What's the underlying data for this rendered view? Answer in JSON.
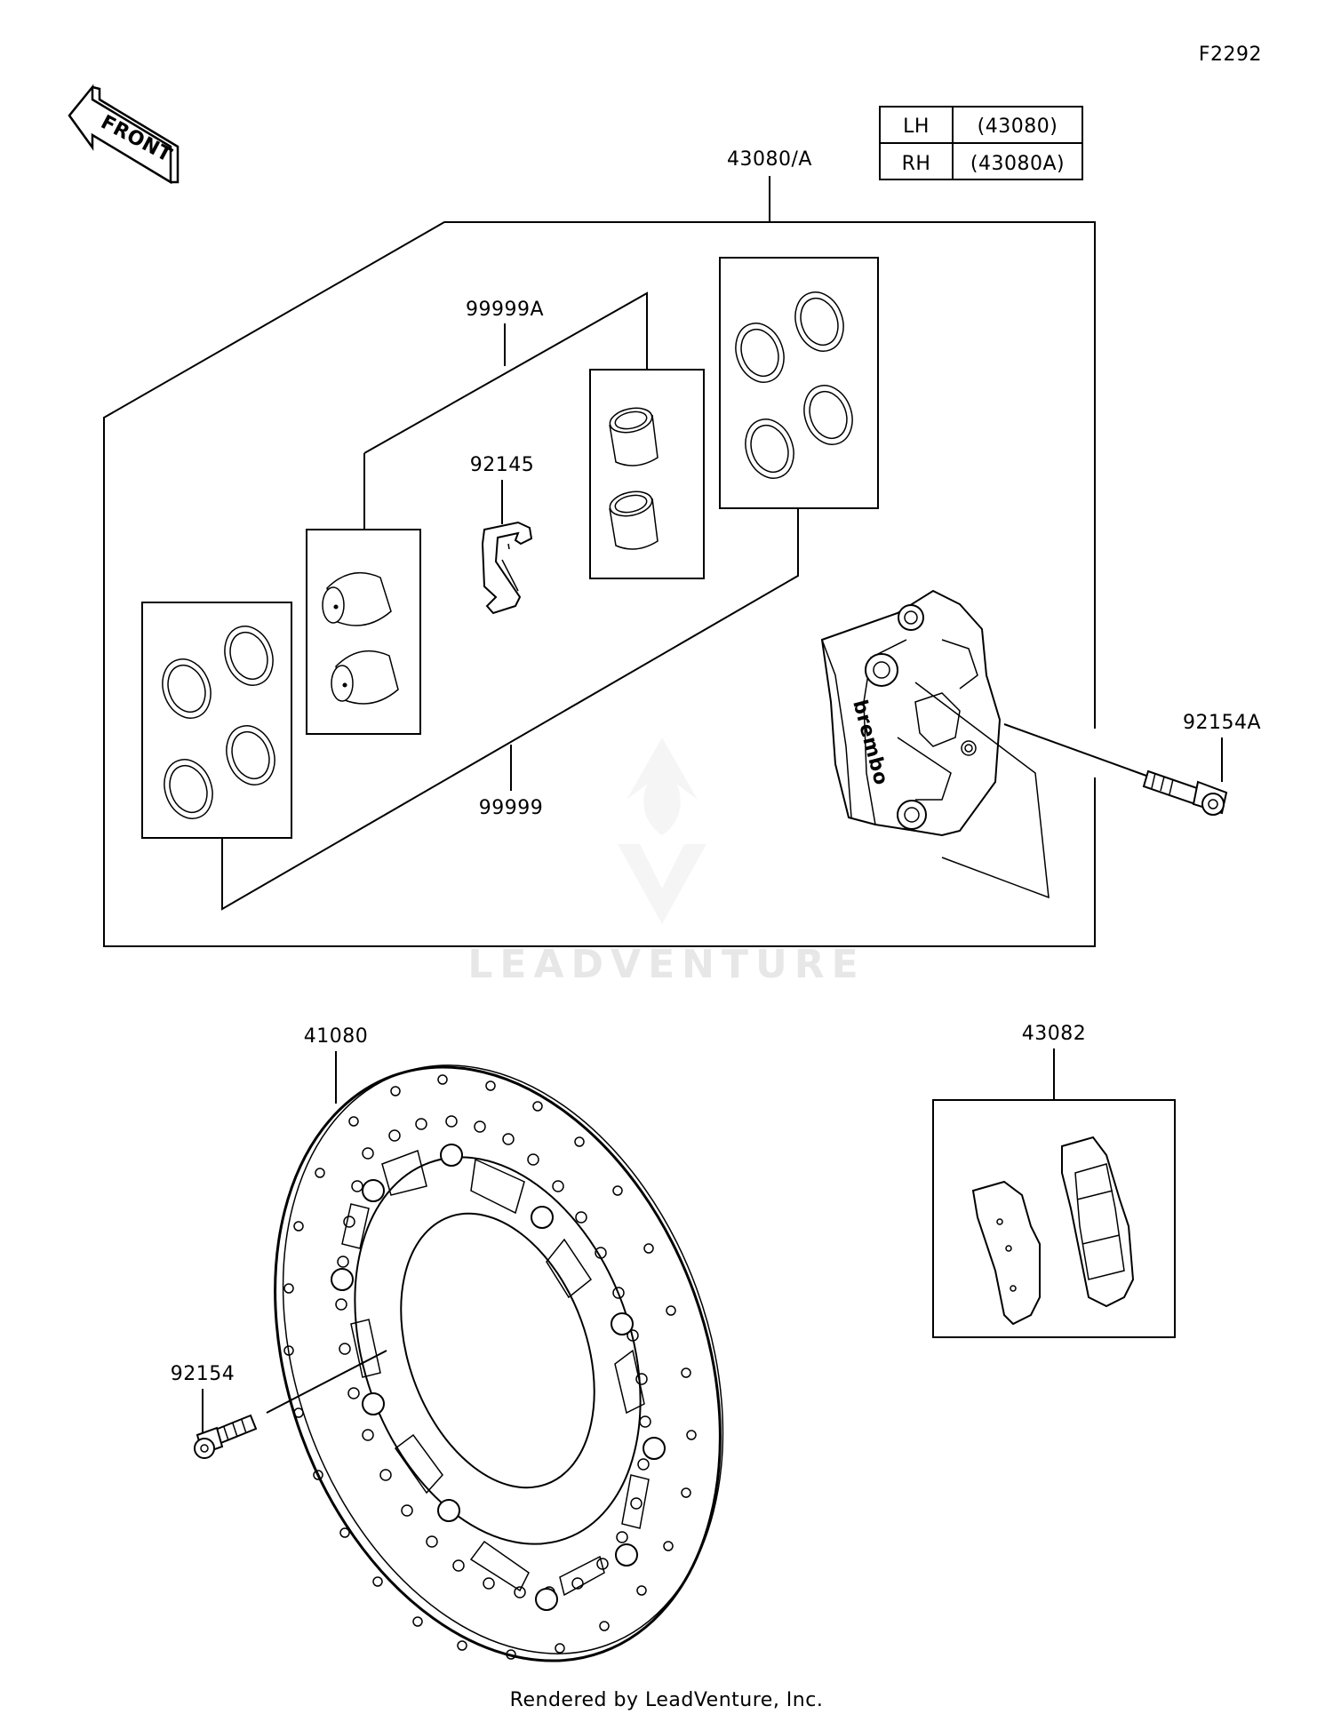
{
  "diagram_code": "F2292",
  "front_label": "FRONT",
  "side_table": [
    {
      "side": "LH",
      "code": "(43080)"
    },
    {
      "side": "RH",
      "code": "(43080A)"
    }
  ],
  "parts": {
    "caliper_assembly": "43080/A",
    "seal_kit_a": "99999A",
    "pad_spring": "92145",
    "seal_kit": "99999",
    "caliper_bolt": "92154A",
    "disc": "41080",
    "pads": "43082",
    "disc_bolt": "92154"
  },
  "caliper_brand": "brembo",
  "watermark": "LEADVENTURE",
  "footer": "Rendered by LeadVenture, Inc."
}
